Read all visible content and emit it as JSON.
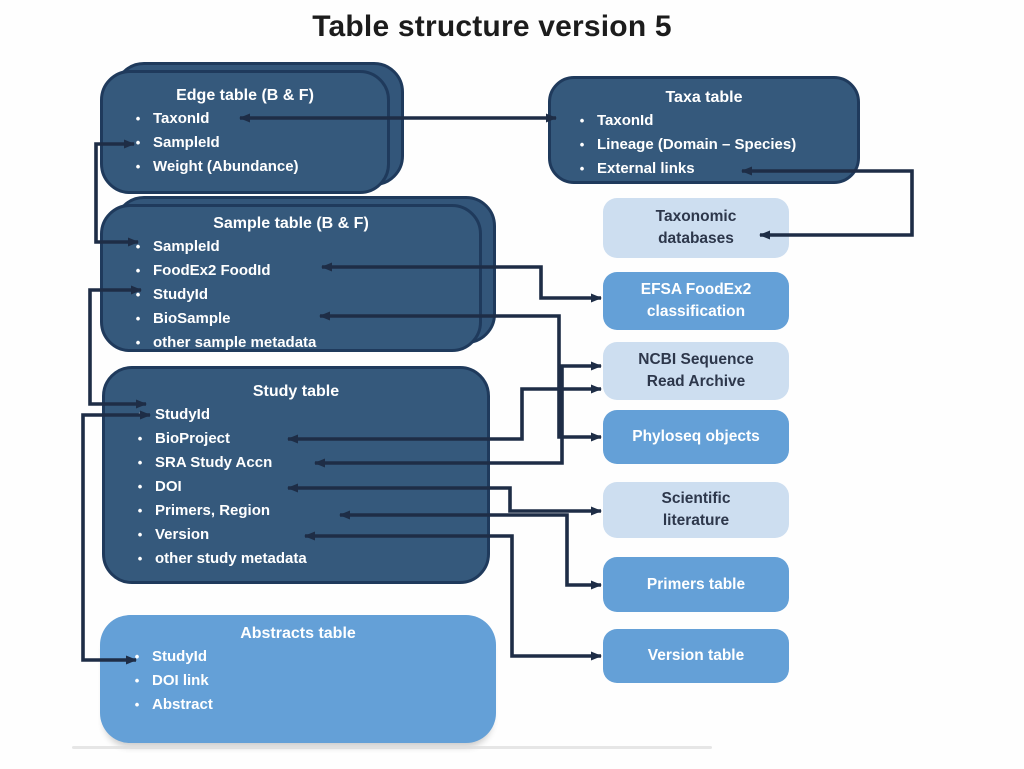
{
  "title": "Table structure version 5",
  "glyphs": {
    "bullet": "•"
  },
  "tables": {
    "edge": {
      "title": "Edge table (B & F)",
      "stacked": true,
      "rows": [
        "TaxonId",
        "SampleId",
        "Weight (Abundance)"
      ]
    },
    "taxa": {
      "title": "Taxa table",
      "stacked": false,
      "rows": [
        "TaxonId",
        "Lineage (Domain – Species)",
        "External links"
      ]
    },
    "sample": {
      "title": "Sample table (B & F)",
      "stacked": true,
      "rows": [
        "SampleId",
        "FoodEx2 FoodId",
        "StudyId",
        "BioSample",
        "other sample metadata"
      ]
    },
    "study": {
      "title": "Study table",
      "stacked": false,
      "rows": [
        "StudyId",
        "BioProject",
        "SRA Study Accn",
        "DOI",
        "Primers, Region",
        "Version",
        "other study metadata"
      ]
    },
    "abstracts": {
      "title": "Abstracts table",
      "stacked": false,
      "rows": [
        "StudyId",
        "DOI link",
        "Abstract"
      ]
    }
  },
  "external_boxes": [
    {
      "id": "taxonomic-databases",
      "style": "light",
      "lines": [
        "Taxonomic",
        "databases"
      ]
    },
    {
      "id": "efsa-foodex2",
      "style": "medium",
      "lines": [
        "EFSA FoodEx2",
        "classification"
      ]
    },
    {
      "id": "ncbi-sra",
      "style": "light",
      "lines": [
        "NCBI Sequence",
        "Read Archive"
      ]
    },
    {
      "id": "phyloseq-objects",
      "style": "medium",
      "lines": [
        "Phyloseq objects"
      ]
    },
    {
      "id": "scientific-literature",
      "style": "light",
      "lines": [
        "Scientific",
        "literature"
      ]
    },
    {
      "id": "primers-table",
      "style": "medium",
      "lines": [
        "Primers table"
      ]
    },
    {
      "id": "version-table",
      "style": "medium",
      "lines": [
        "Version table"
      ]
    }
  ],
  "connections": [
    {
      "id": "connector-taxonid",
      "from": "Taxa table · TaxonId",
      "to": "Edge table · TaxonId",
      "arrows": "both"
    },
    {
      "id": "connector-sampleid",
      "from": "Edge table · SampleId",
      "to": "Sample table · SampleId",
      "arrows": "both"
    },
    {
      "id": "connector-studyid-sample",
      "from": "Sample table · StudyId",
      "to": "Study table · StudyId",
      "arrows": "both"
    },
    {
      "id": "connector-studyid-abstracts",
      "from": "Study table · StudyId",
      "to": "Abstracts table · StudyId",
      "arrows": "both"
    },
    {
      "id": "connector-external-links",
      "from": "Taxa table · External links",
      "to": "Taxonomic databases",
      "arrows": "both"
    },
    {
      "id": "connector-foodex2",
      "from": "Sample table · FoodEx2 FoodId",
      "to": "EFSA FoodEx2 classification",
      "arrows": "both"
    },
    {
      "id": "connector-biosample",
      "from": "Sample table · BioSample",
      "to": "Phyloseq objects",
      "arrows": "both"
    },
    {
      "id": "connector-bioproject",
      "from": "Study table · BioProject",
      "to": "NCBI Sequence Read Archive",
      "arrows": "both"
    },
    {
      "id": "connector-sra-accn",
      "from": "Study table · SRA Study Accn",
      "to": "NCBI Sequence Read Archive",
      "arrows": "both"
    },
    {
      "id": "connector-doi",
      "from": "Study table · DOI",
      "to": "Scientific literature",
      "arrows": "both"
    },
    {
      "id": "connector-primers",
      "from": "Study table · Primers, Region",
      "to": "Primers table",
      "arrows": "both"
    },
    {
      "id": "connector-version",
      "from": "Study table · Version",
      "to": "Version table",
      "arrows": "both"
    }
  ],
  "colors": {
    "navy_fill": "#35597C",
    "navy_border": "#1F3A5C",
    "medium_blue": "#64A0D7",
    "light_blue": "#CDDEF0",
    "arrow": "#1E2D46",
    "light_box_text": "#2D374B",
    "title_text": "#1C1C1C"
  }
}
